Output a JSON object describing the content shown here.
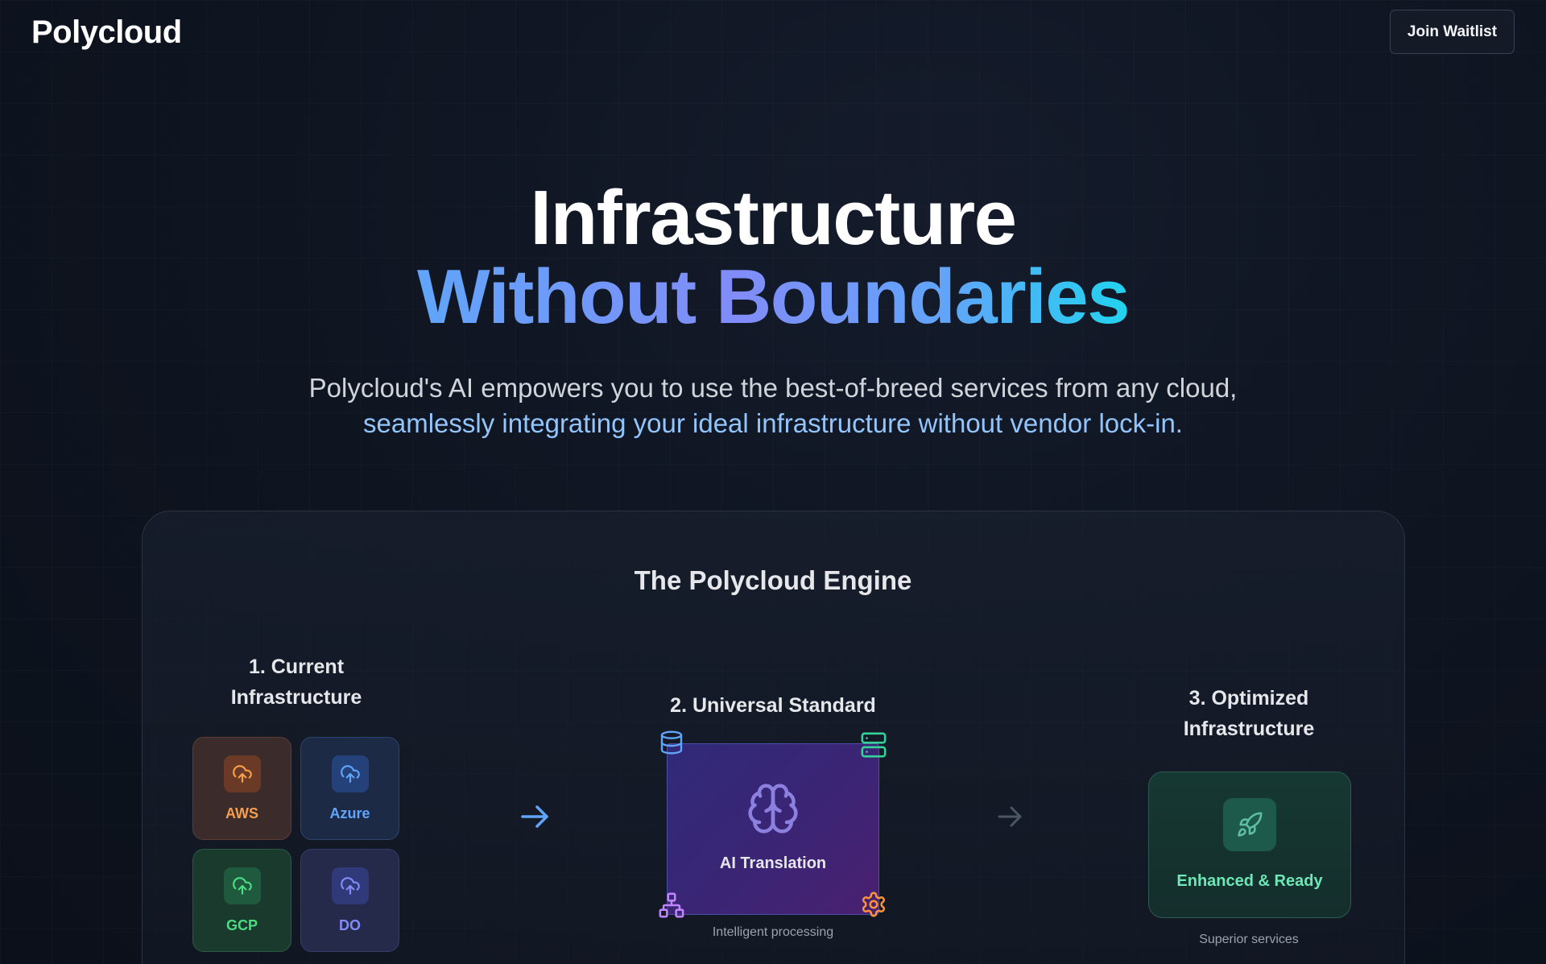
{
  "header": {
    "logo": "Polycloud",
    "cta_label": "Join Waitlist"
  },
  "hero": {
    "title_line1": "Infrastructure",
    "title_line2": "Without Boundaries",
    "subtitle_line1": "Polycloud's AI empowers you to use the best-of-breed services from any cloud,",
    "subtitle_line2": "seamlessly integrating your ideal infrastructure without vendor lock-in."
  },
  "engine": {
    "title": "The Polycloud Engine",
    "step1": {
      "title_line1": "1. Current",
      "title_line2": "Infrastructure",
      "providers": [
        {
          "label": "AWS",
          "icon": "cloud-upload-icon",
          "color": "#f59e4b"
        },
        {
          "label": "Azure",
          "icon": "cloud-upload-icon",
          "color": "#60a5fa"
        },
        {
          "label": "GCP",
          "icon": "cloud-upload-icon",
          "color": "#4ade80"
        },
        {
          "label": "DO",
          "icon": "cloud-upload-icon",
          "color": "#818cf8"
        }
      ]
    },
    "step2": {
      "title": "2. Universal Standard",
      "box_label": "AI Translation",
      "caption": "Intelligent processing",
      "icons": [
        "brain-icon",
        "database-icon",
        "server-icon",
        "network-icon",
        "gear-icon"
      ]
    },
    "step3": {
      "title_line1": "3. Optimized",
      "title_line2": "Infrastructure",
      "box_label": "Enhanced & Ready",
      "caption": "Superior services",
      "icon": "rocket-icon"
    }
  },
  "colors": {
    "background": "#0f1521",
    "gradient_start": "#60a5fa",
    "gradient_mid": "#818cf8",
    "gradient_end": "#22d3ee",
    "accent_green": "#6ee7b7"
  }
}
